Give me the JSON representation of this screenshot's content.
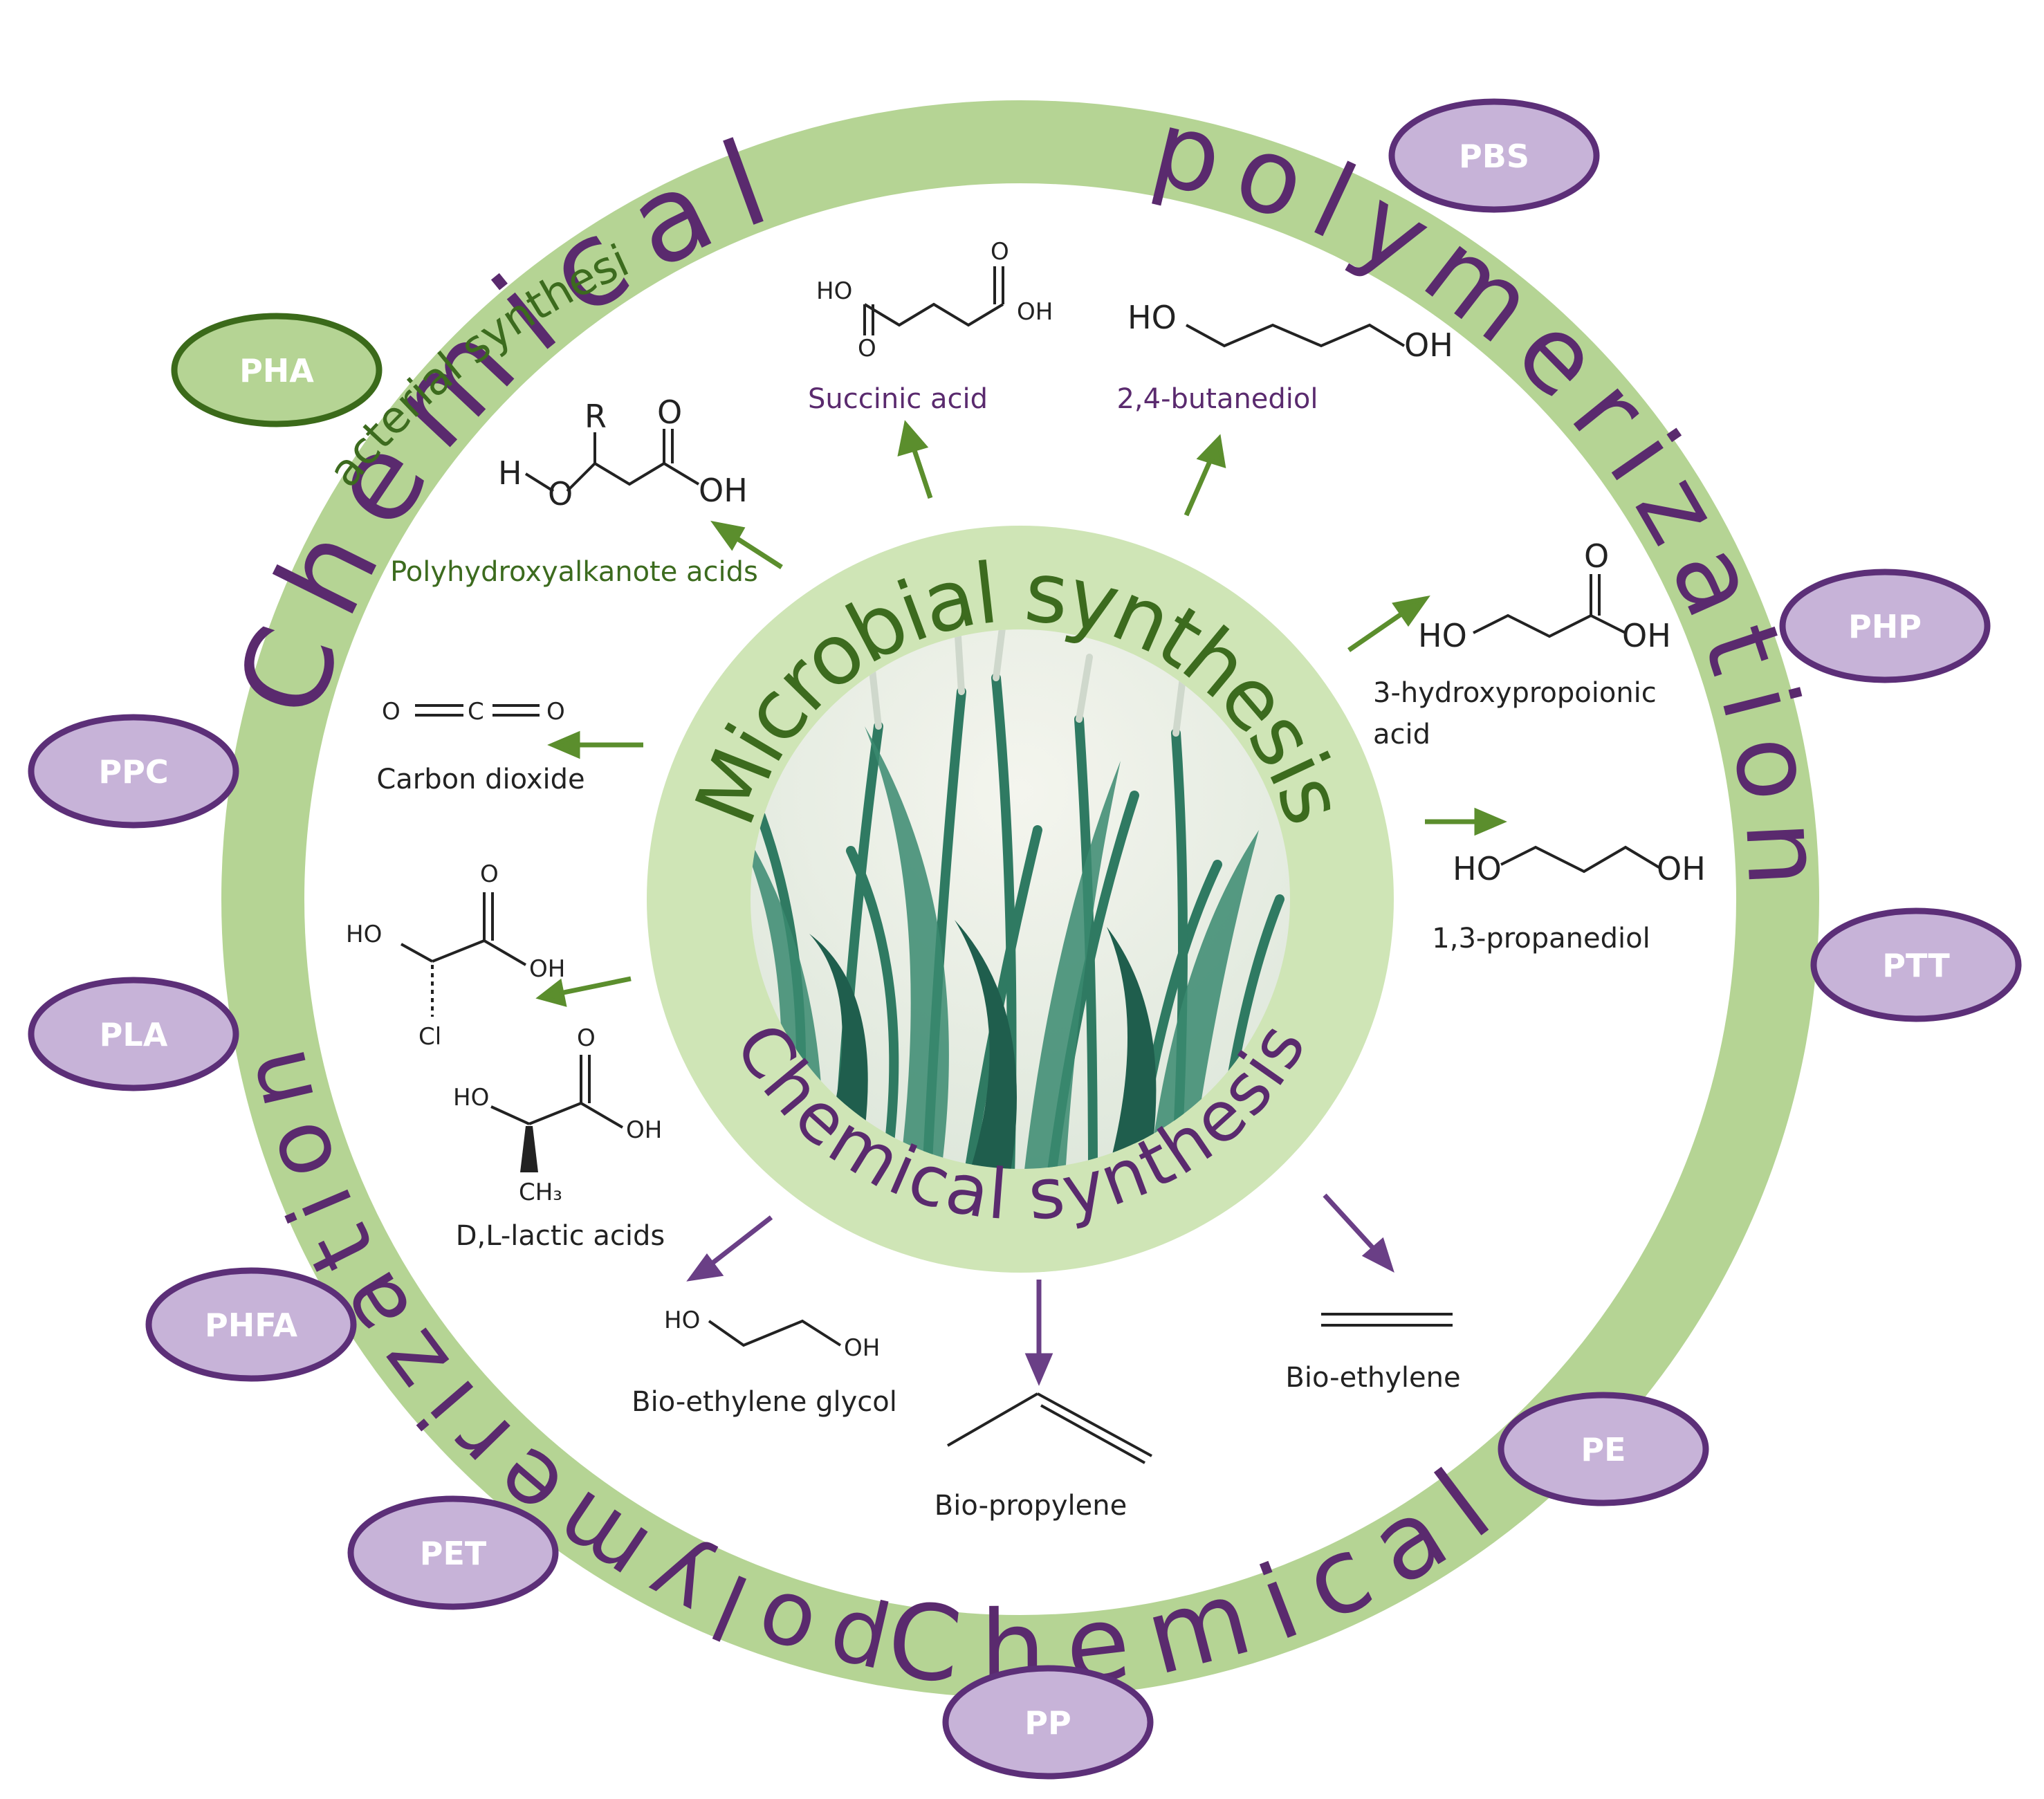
{
  "ring": {
    "outer_top": "Chemical",
    "outer_right": "polymerization",
    "outer_bottom": "Chemical",
    "outer_left": "polymerization",
    "bacterial": "Bacterial synthesis"
  },
  "center": {
    "top": "Microbial synthesis",
    "bottom": "Chemical synthesis"
  },
  "polymers": [
    "PBS",
    "PHP",
    "PTT",
    "PE",
    "PP",
    "PET",
    "PHFA",
    "PLA",
    "PPC",
    "PHA"
  ],
  "compounds": {
    "succinic": "Succinic acid",
    "butanediol": "2,4-butanediol",
    "pha_acids": "Polyhydroxyalkanote acids",
    "hydroxypropionic": "3-hydroxypropoionic",
    "hydroxypropionic_2": "acid",
    "propanediol": "1,3-propanediol",
    "co2": "Carbon dioxide",
    "lactic": "D,L-lactic acids",
    "ethylene_glycol": "Bio-ethylene glycol",
    "propylene": "Bio-propylene",
    "ethylene": "Bio-ethylene"
  },
  "atoms": {
    "HO": "HO",
    "OH": "OH",
    "O": "O",
    "H": "H",
    "R": "R",
    "C": "C",
    "Cl": "Cl",
    "CH3": "CH₃"
  },
  "colors": {
    "ring_green": "#b5d494",
    "inner_circle": "#cfe5b6",
    "green_arrow": "#5b8e2d",
    "purple_arrow": "#6a3f86",
    "text_green": "#3c6b1e",
    "text_purple": "#5a2a6e",
    "ellipse_fill": "#c7b3d8",
    "ellipse_stroke": "#5c2f78",
    "pha_fill": "#b5d494",
    "pha_stroke": "#3b6a1a"
  }
}
